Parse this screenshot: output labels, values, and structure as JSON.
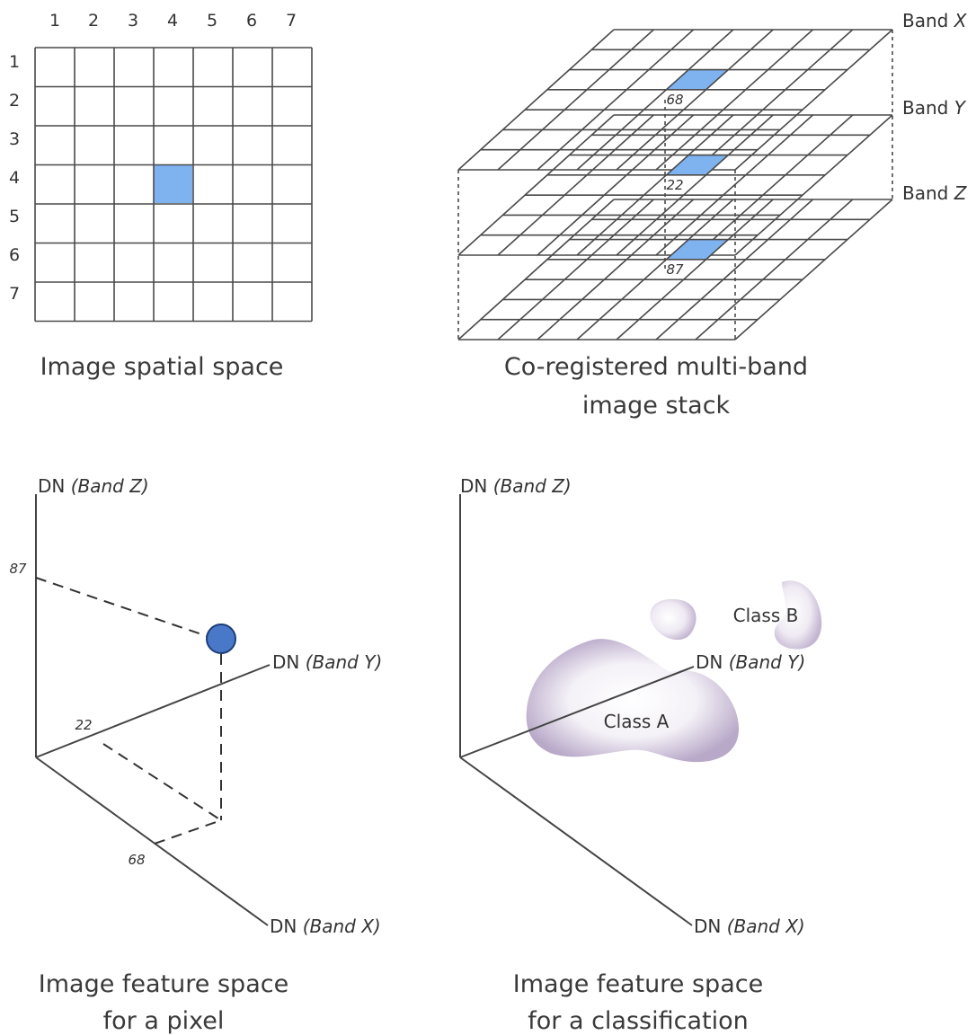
{
  "spatial_grid": {
    "column_labels": [
      "1",
      "2",
      "3",
      "4",
      "5",
      "6",
      "7"
    ],
    "row_labels": [
      "1",
      "2",
      "3",
      "4",
      "5",
      "6",
      "7"
    ],
    "highlighted_cell": {
      "row": 4,
      "col": 4
    },
    "caption": "Image spatial space"
  },
  "band_stack": {
    "bands": [
      {
        "label_prefix": "Band ",
        "label_letter": "X",
        "value": "68"
      },
      {
        "label_prefix": "Band ",
        "label_letter": "Y",
        "value": "22"
      },
      {
        "label_prefix": "Band ",
        "label_letter": "Z",
        "value": "87"
      }
    ],
    "caption_line1": "Co-registered multi-band",
    "caption_line2": "image stack"
  },
  "pixel_space": {
    "axis_z": {
      "prefix": "DN ",
      "italic": "(Band Z)"
    },
    "axis_y": {
      "prefix": "DN ",
      "italic": "(Band Y)"
    },
    "axis_x": {
      "prefix": "DN ",
      "italic": "(Band X)"
    },
    "tick_z": "87",
    "tick_y": "22",
    "tick_x": "68",
    "caption_line1": "Image feature space",
    "caption_line2": "for a pixel"
  },
  "class_space": {
    "axis_z": {
      "prefix": "DN ",
      "italic": "(Band Z)"
    },
    "axis_y": {
      "prefix": "DN ",
      "italic": "(Band Y)"
    },
    "axis_x": {
      "prefix": "DN ",
      "italic": "(Band X)"
    },
    "class_a": "Class A",
    "class_b": "Class B",
    "caption_line1": "Image feature space",
    "caption_line2": "for a classification"
  },
  "colors": {
    "highlight": "#7fb3f0",
    "pixel_point": "#4a78c8",
    "cluster": "#cfc3da"
  }
}
